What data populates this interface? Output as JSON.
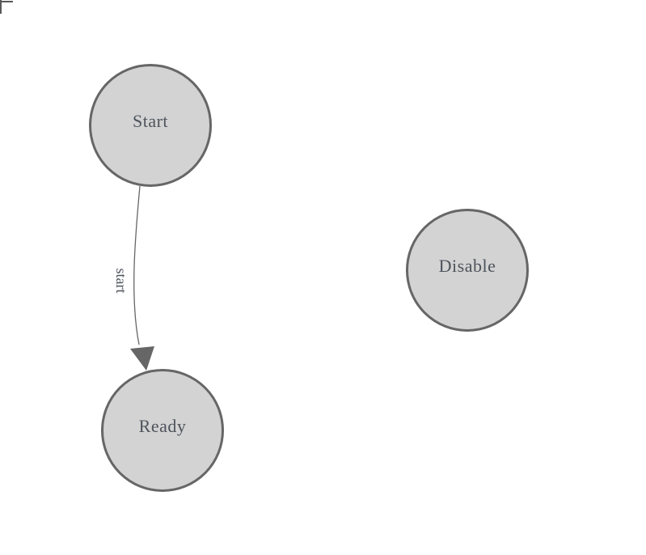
{
  "diagram": {
    "type": "state-machine-graph",
    "nodes": [
      {
        "id": "start",
        "label": "Start"
      },
      {
        "id": "ready",
        "label": "Ready"
      },
      {
        "id": "disable",
        "label": "Disable"
      }
    ],
    "edges": [
      {
        "from": "Start",
        "to": "Ready",
        "label": "start"
      }
    ],
    "colors": {
      "background": "#ffffff",
      "node_fill": "#d3d3d3",
      "node_border": "#666666",
      "node_text": "#4e545c",
      "edge_stroke": "#666666",
      "arrow_fill": "#666666",
      "corner_mark": "#595959"
    }
  }
}
